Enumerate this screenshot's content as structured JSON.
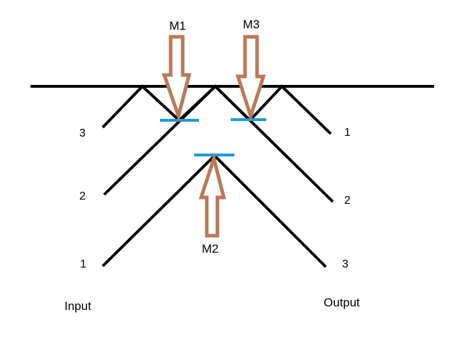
{
  "colors": {
    "line": "#000000",
    "mirror": "#1e9bd7",
    "arrow_fill": "#ffffff",
    "arrow_stroke": "#b97a57"
  },
  "mirrors": [
    {
      "id": "m1",
      "label": "M1",
      "arrow_direction": "down"
    },
    {
      "id": "m3",
      "label": "M3",
      "arrow_direction": "down"
    },
    {
      "id": "m2",
      "label": "M2",
      "arrow_direction": "up"
    }
  ],
  "input": {
    "title": "Input",
    "ports": [
      "3",
      "2",
      "1"
    ]
  },
  "output": {
    "title": "Output",
    "ports": [
      "1",
      "2",
      "3"
    ]
  }
}
